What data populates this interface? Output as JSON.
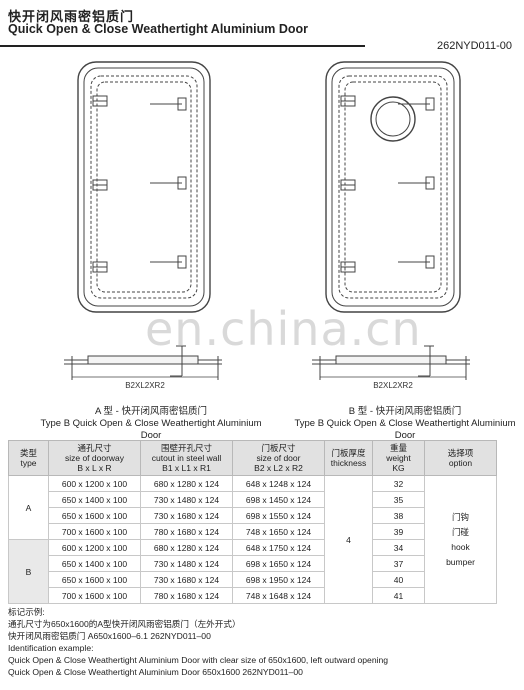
{
  "header": {
    "title_cn": "快开闭风雨密铝质门",
    "title_en": "Quick Open & Close Weathertight Aluminium Door",
    "doc_code": "262NYD011-00"
  },
  "drawings": {
    "door_a": {
      "dim_label": "B2XL2XR2",
      "caption_cn": "A 型 - 快开闭风雨密铝质门",
      "caption_en": "Type B Quick Open & Close Weathertight Aluminium Door"
    },
    "door_b": {
      "dim_label": "B2XL2XR2",
      "caption_cn": "B 型 - 快开闭风雨密铝质门",
      "caption_en": "Type B Quick Open & Close Weathertight Aluminium Door"
    }
  },
  "watermark": "en.china.cn",
  "table": {
    "headers": {
      "type": [
        "类型",
        "type"
      ],
      "doorway": [
        "通孔尺寸",
        "size of doorway",
        "B x L x R"
      ],
      "cutout": [
        "围壁开孔尺寸",
        "cutout in steel wall",
        "B1 x L1 x R1"
      ],
      "door": [
        "门板尺寸",
        "size of door",
        "B2 x L2 x R2"
      ],
      "thickness": [
        "门板厚度",
        "thickness"
      ],
      "weight": [
        "重量",
        "weight",
        "KG"
      ],
      "option": [
        "选择项",
        "option"
      ]
    },
    "thickness_value": "4",
    "option_lines": [
      "门钩",
      "门碰",
      "hook",
      "bumper"
    ],
    "groups": [
      {
        "type": "A",
        "rows": [
          {
            "doorway": "600 x 1200 x 100",
            "cutout": "680 x 1280 x 124",
            "door": "648 x 1248 x 124",
            "weight": "32"
          },
          {
            "doorway": "650 x 1400 x 100",
            "cutout": "730 x 1480 x 124",
            "door": "698 x 1450 x 124",
            "weight": "35"
          },
          {
            "doorway": "650 x 1600 x 100",
            "cutout": "730 x 1680 x 124",
            "door": "698 x 1550 x 124",
            "weight": "38"
          },
          {
            "doorway": "700 x 1600 x 100",
            "cutout": "780 x 1680 x 124",
            "door": "748 x 1650 x 124",
            "weight": "39"
          }
        ]
      },
      {
        "type": "B",
        "rows": [
          {
            "doorway": "600 x 1200 x 100",
            "cutout": "680 x 1280 x 124",
            "door": "648 x 1750 x 124",
            "weight": "34"
          },
          {
            "doorway": "650 x 1400 x 100",
            "cutout": "730 x 1480 x 124",
            "door": "698 x 1650 x 124",
            "weight": "37"
          },
          {
            "doorway": "650 x 1600 x 100",
            "cutout": "730 x 1680 x 124",
            "door": "698 x 1950 x 124",
            "weight": "40"
          },
          {
            "doorway": "700 x 1600 x 100",
            "cutout": "780 x 1680 x 124",
            "door": "748 x 1648 x 124",
            "weight": "41"
          }
        ]
      }
    ]
  },
  "notes": {
    "label_cn": "标记示例:",
    "example_cn": "通孔尺寸为650x1600的A型快开闭风雨密铝质门（左外开式）",
    "code_cn": "快开闭风雨密铝质门 A650x1600–6.1 262NYD011–00",
    "label_en": "Identification example:",
    "example_en": "Quick Open & Close Weathertight Aluminium Door with clear size of 650x1600, left outward opening",
    "code_en": "Quick Open & Close Weathertight Aluminium Door 650x1600 262NYD011–00"
  }
}
